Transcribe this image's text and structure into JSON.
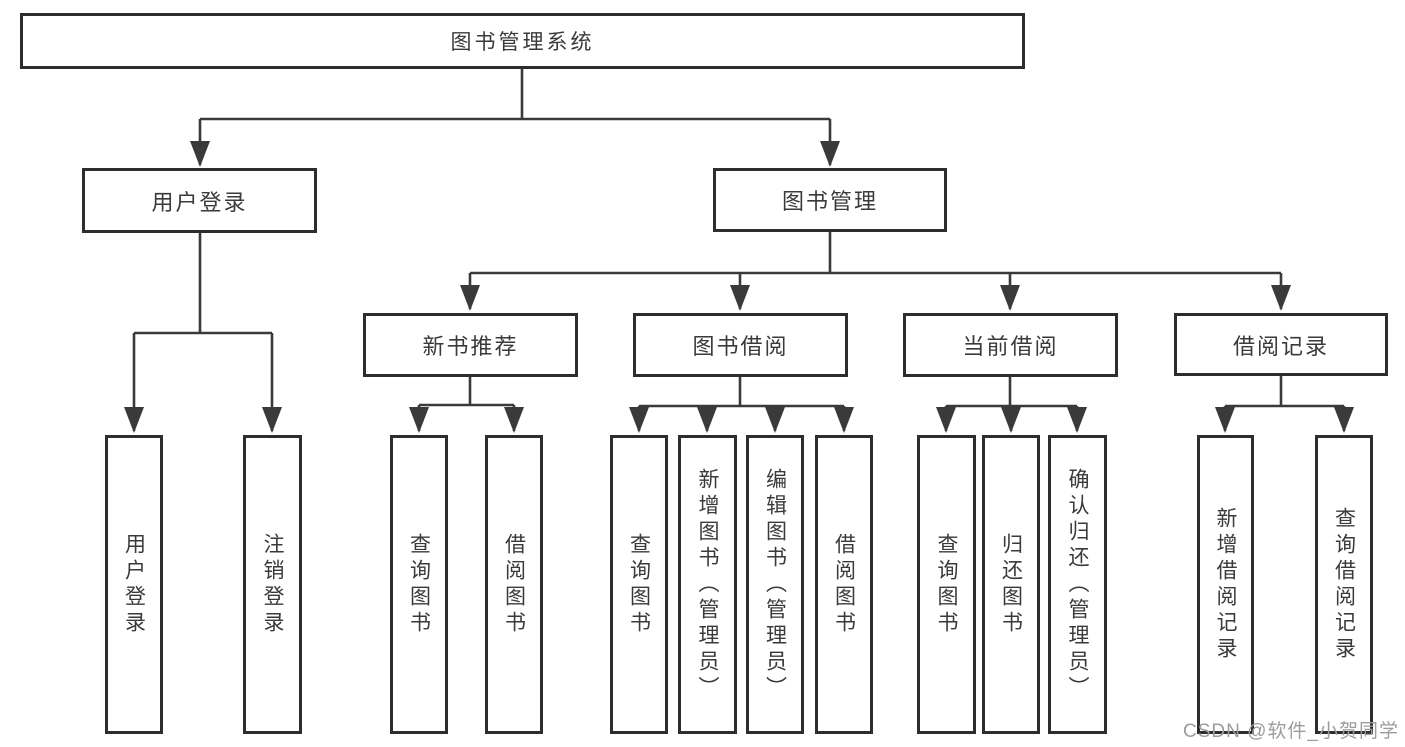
{
  "hierarchy": {
    "root": "图书管理系统",
    "children": [
      {
        "label": "用户登录",
        "children": [
          "用户登录",
          "注销登录"
        ]
      },
      {
        "label": "图书管理",
        "children": [
          {
            "label": "新书推荐",
            "children": [
              "查询图书",
              "借阅图书"
            ]
          },
          {
            "label": "图书借阅",
            "children": [
              "查询图书",
              "新增图书（管理员）",
              "编辑图书（管理员）",
              "借阅图书"
            ]
          },
          {
            "label": "当前借阅",
            "children": [
              "查询图书",
              "归还图书",
              "确认归还（管理员）"
            ]
          },
          {
            "label": "借阅记录",
            "children": [
              "新增借阅记录",
              "查询借阅记录"
            ]
          }
        ]
      }
    ]
  },
  "watermark": {
    "text": "CSDN @软件_小贺同学"
  },
  "colors": {
    "line": "#3a3a3a",
    "border": "#2d2d2d",
    "text": "#3a3a3a",
    "watermark": "#9c9c9c",
    "background": "#ffffff"
  }
}
